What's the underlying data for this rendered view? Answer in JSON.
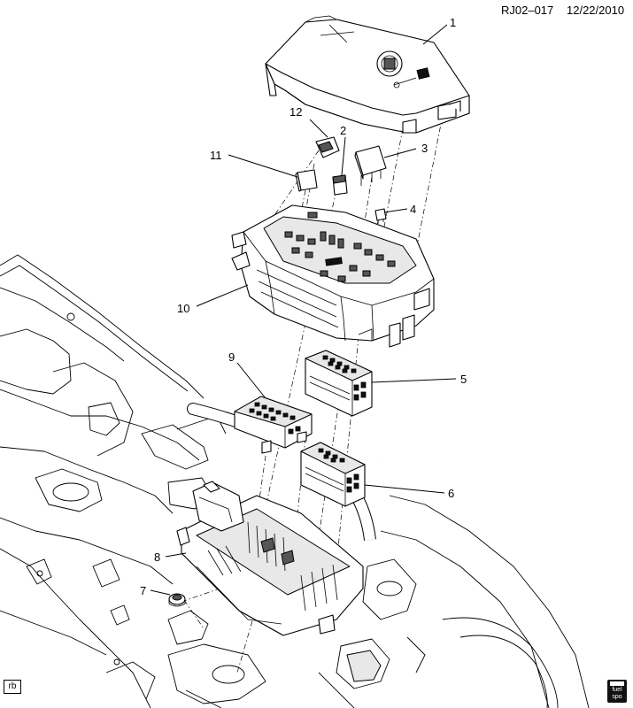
{
  "header": {
    "drawing_id": "RJ02–017",
    "date": "12/22/2010"
  },
  "callouts": [
    {
      "id": "1",
      "label": "1"
    },
    {
      "id": "2",
      "label": "2"
    },
    {
      "id": "3",
      "label": "3"
    },
    {
      "id": "4",
      "label": "4"
    },
    {
      "id": "5",
      "label": "5"
    },
    {
      "id": "6",
      "label": "6"
    },
    {
      "id": "7",
      "label": "7"
    },
    {
      "id": "8",
      "label": "8"
    },
    {
      "id": "9",
      "label": "9"
    },
    {
      "id": "10",
      "label": "10"
    },
    {
      "id": "11",
      "label": "11"
    },
    {
      "id": "12",
      "label": "12"
    }
  ],
  "footer": {
    "initials": "rb",
    "logo_text": "fuel\nspo",
    "logo_icon": "fuel-pump-logo-icon"
  }
}
